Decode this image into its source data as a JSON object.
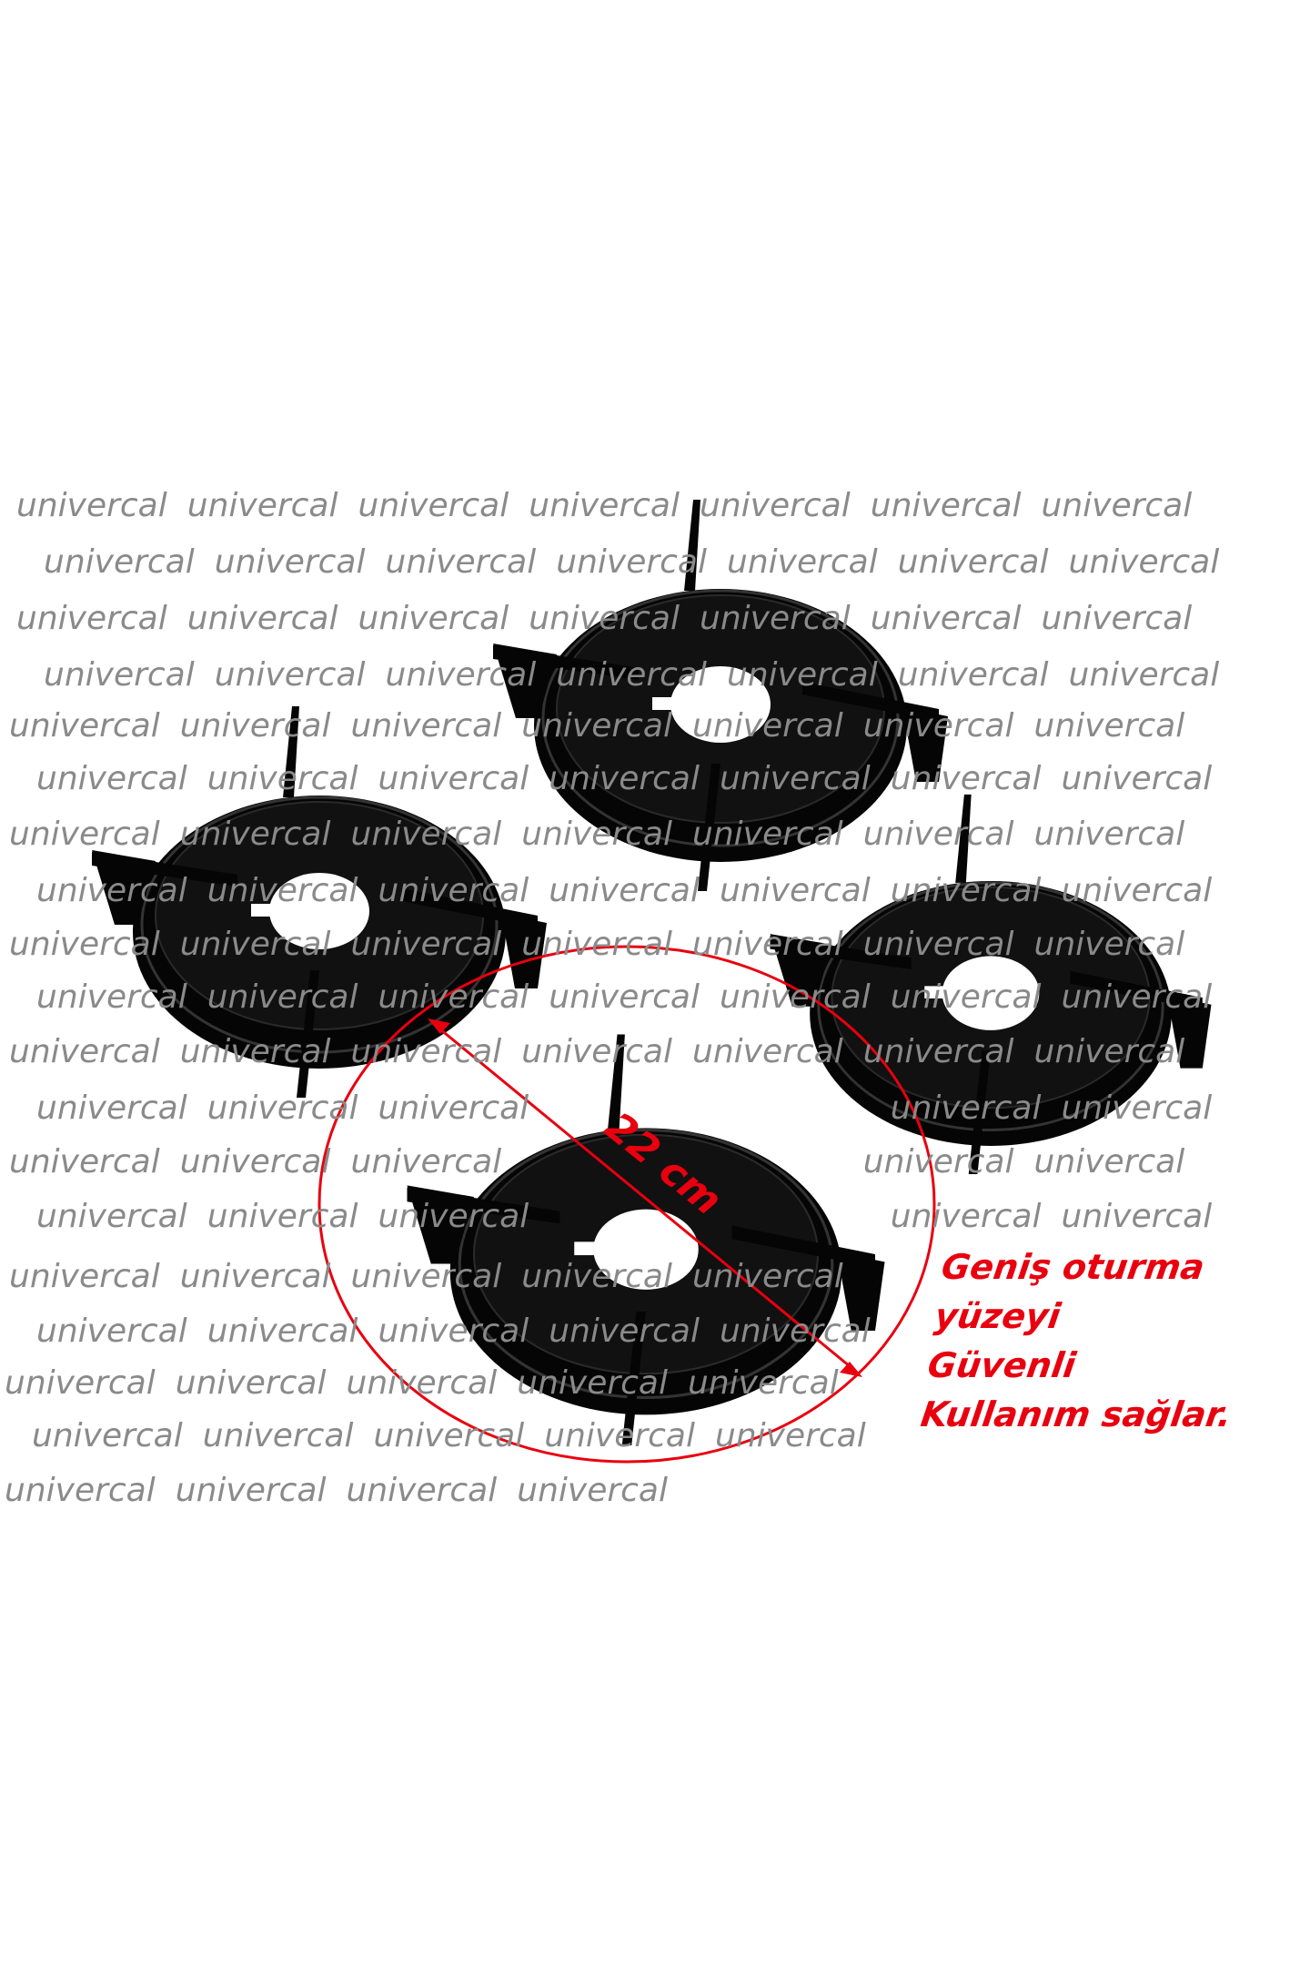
{
  "watermark": {
    "word": "univercal",
    "color": "#8a8a8a"
  },
  "dimension_label": "22 cm",
  "caption": {
    "lines": [
      "Geniş oturma",
      "yüzeyi",
      "Güvenli",
      "Kullanım sağlar."
    ],
    "color": "#e8000f"
  },
  "product": {
    "item": "burner-grate",
    "count": 4,
    "color": "#050505"
  }
}
